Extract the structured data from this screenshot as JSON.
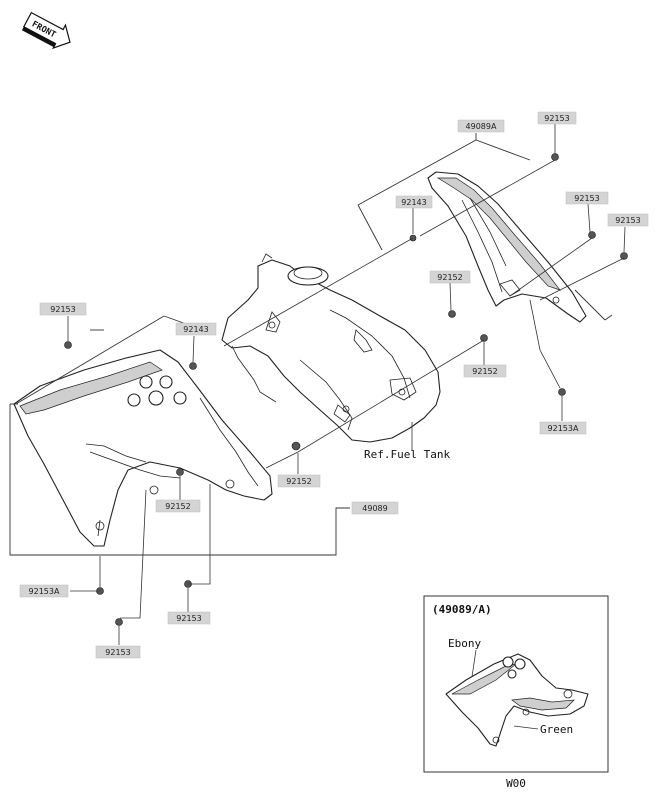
{
  "front_marker": {
    "label": "FRONT"
  },
  "part_labels": [
    {
      "id": "lbl-49089a",
      "text": "49089A"
    },
    {
      "id": "lbl-92153-tr",
      "text": "92153"
    },
    {
      "id": "lbl-92143-r",
      "text": "92143"
    },
    {
      "id": "lbl-92153-r1",
      "text": "92153"
    },
    {
      "id": "lbl-92153-r2",
      "text": "92153"
    },
    {
      "id": "lbl-92152-r",
      "text": "92152"
    },
    {
      "id": "lbl-92152-rb",
      "text": "92152"
    },
    {
      "id": "lbl-92153a-r",
      "text": "92153A"
    },
    {
      "id": "lbl-92153-l",
      "text": "92153"
    },
    {
      "id": "lbl-92143-l",
      "text": "92143"
    },
    {
      "id": "lbl-92152-m",
      "text": "92152"
    },
    {
      "id": "lbl-92152-l",
      "text": "92152"
    },
    {
      "id": "lbl-49089",
      "text": "49089"
    },
    {
      "id": "lbl-92153a-l",
      "text": "92153A"
    },
    {
      "id": "lbl-92153-bm",
      "text": "92153"
    },
    {
      "id": "lbl-92153-bl",
      "text": "92153"
    }
  ],
  "annotations": {
    "fuel_tank": "Ref.Fuel Tank"
  },
  "inset": {
    "title": "(49089/A)",
    "color_1": "Ebony",
    "color_2": "Green",
    "footer": "W00"
  }
}
